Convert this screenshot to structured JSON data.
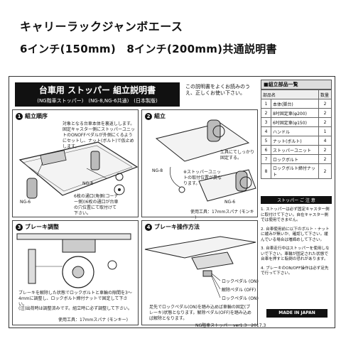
{
  "page": {
    "title_line1": "キャリーラックジャンボエース",
    "title_line2": "6インチ(150mm)　8インチ(200mm)共通説明書"
  },
  "manual": {
    "header_main": "台車用 ストッパー 組立説明書",
    "header_sub": "(NG階車ストッパー)　(NG-8,NG-6共通)　(日本製版)",
    "intro_note": "この説明書をよくお読みのうえ、正しくお使い下さい。",
    "sections": {
      "s1": {
        "num": "1",
        "title": "組立順序",
        "text_a": "対象となる台車本体を裏返しします。固定キャスター側にストッパーユニットのONOFFペダルが外側にくるようにセットし、ナット(ボルト)で仮止めします。",
        "text_b": "6枚の通口(角側(コーナー側))6枚の通口が台車の穴位置にて取付けて下さい。",
        "label_ng8": "NG-8",
        "label_ng6": "NG-6"
      },
      "s2": {
        "num": "2",
        "title": "組立",
        "text_a": "工具にてしっかり固定する。",
        "text_b": "※ストッパーユニットの取付位置が異なります。",
        "tool": "使用工具：17mmスパナ (モンキー)",
        "label_ng8": "NG-8",
        "label_ng6": "NG-6"
      },
      "s3": {
        "num": "3",
        "title": "ブレーキ調整",
        "text_a": "ブレーキを解除した状態でロックボルトと車輪の隙間を3〜4mmに調整し、ロックボルト締付ナットで固定して下さい。",
        "text_b": "(注)出荷時は調整済みです。組立時に必ず調整して下さい。",
        "tool": "使用工具：17mmスパナ (モンキー)"
      },
      "s4": {
        "num": "4",
        "title": "ブレーキ操作方法",
        "lock_on_1": "ロックペダル (ON)",
        "release_off": "解除ペダル (OFF)",
        "lock_on_2": "ロックペダル (ON)",
        "text_a": "足先でロックペダル(ON)を踏み込めば車輪の固定(ブレーキ)状態となります。解除ペダル(OFF)を踏み込めば解除となります。"
      }
    },
    "parts": {
      "header": "■組立部品一覧",
      "col_name": "部品名",
      "col_qty": "数量",
      "rows": [
        {
          "no": "1",
          "name": "本体(脚台)",
          "qty": "2"
        },
        {
          "no": "2",
          "name": "8吋固定車(φ200)",
          "qty": "2"
        },
        {
          "no": "3",
          "name": "6吋固定車(φ150)",
          "qty": "2"
        },
        {
          "no": "4",
          "name": "ハンドル",
          "qty": "1"
        },
        {
          "no": "5",
          "name": "ナット(ボルト)",
          "qty": "4"
        },
        {
          "no": "6",
          "name": "ストッパーユニット",
          "qty": "2"
        },
        {
          "no": "7",
          "name": "ロックボルト",
          "qty": "2"
        },
        {
          "no": "8",
          "name": "ロックボルト締付ナット",
          "qty": "2"
        }
      ]
    },
    "notes": {
      "header": "ストッパー ご 注 意",
      "items": [
        "1. ストッパーは必ず固定キャスター側に取付けて下さい。自在キャスター側では使用できません。",
        "2. 台車使用前に以下のボルト・ナットに緩みが無いか、確認して下さい。緩んでいる場合は増締めして下さい。",
        "3. 台車走行中はストッパーを使用しないで下さい。車輪が固定された状態で台車を押すと転倒の恐れがあります。",
        "4. ブレーキのON/OFF操作は必ず足先で行って下さい。"
      ]
    },
    "made_in": "MADE IN JAPAN",
    "version": "NG階車ストッパー ver1.3　2017.3"
  }
}
